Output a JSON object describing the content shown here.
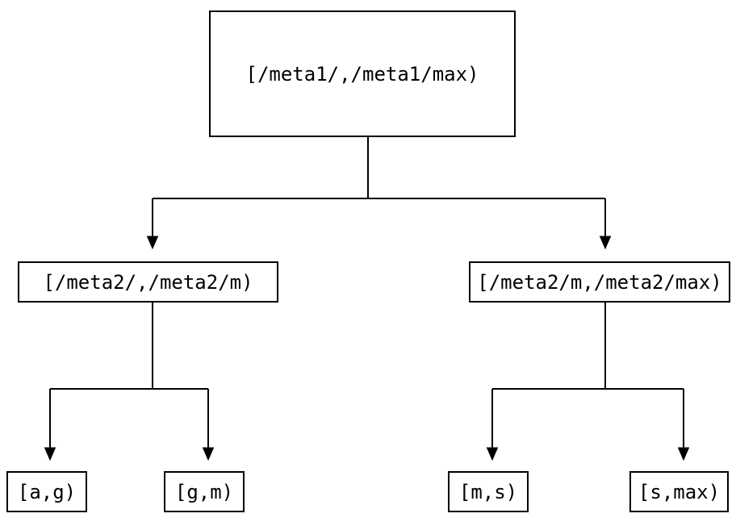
{
  "diagram": {
    "background_color": "#ffffff",
    "line_color": "#000000",
    "text_color": "#000000",
    "nodes": {
      "root": {
        "label": "[/meta1/,/meta1/max)"
      },
      "meta2_low": {
        "label": "[/meta2/,/meta2/m)"
      },
      "meta2_high": {
        "label": "[/meta2/m,/meta2/max)"
      },
      "leaf_a_g": {
        "label": "[a,g)"
      },
      "leaf_g_m": {
        "label": "[g,m)"
      },
      "leaf_m_s": {
        "label": "[m,s)"
      },
      "leaf_s_max": {
        "label": "[s,max)"
      }
    }
  }
}
